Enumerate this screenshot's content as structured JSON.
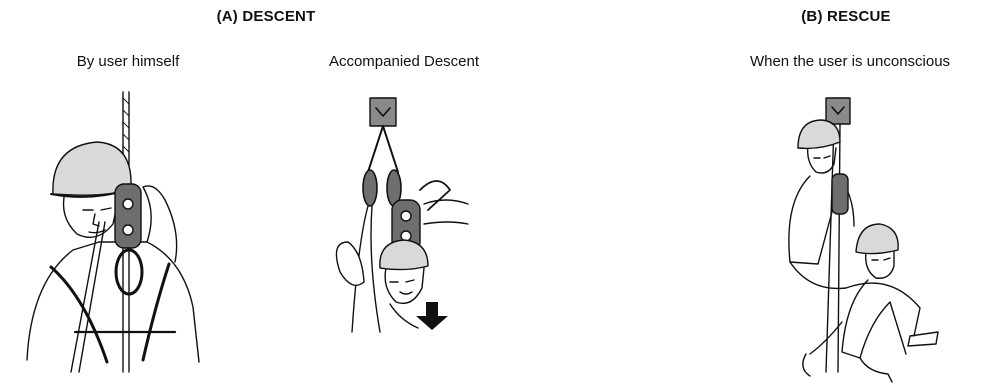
{
  "section_a": {
    "title": "(A)   DESCENT"
  },
  "section_b": {
    "title": "(B)   RESCUE"
  },
  "panels": [
    {
      "caption": "By user himself"
    },
    {
      "caption": "Accompanied Descent"
    },
    {
      "caption": "When the user is unconscious"
    }
  ],
  "colors": {
    "ink": "#111111",
    "anchor_fill": "#8a8a8a",
    "device_fill": "#6e6e6e",
    "helmet_fill": "#d9d9d9"
  }
}
